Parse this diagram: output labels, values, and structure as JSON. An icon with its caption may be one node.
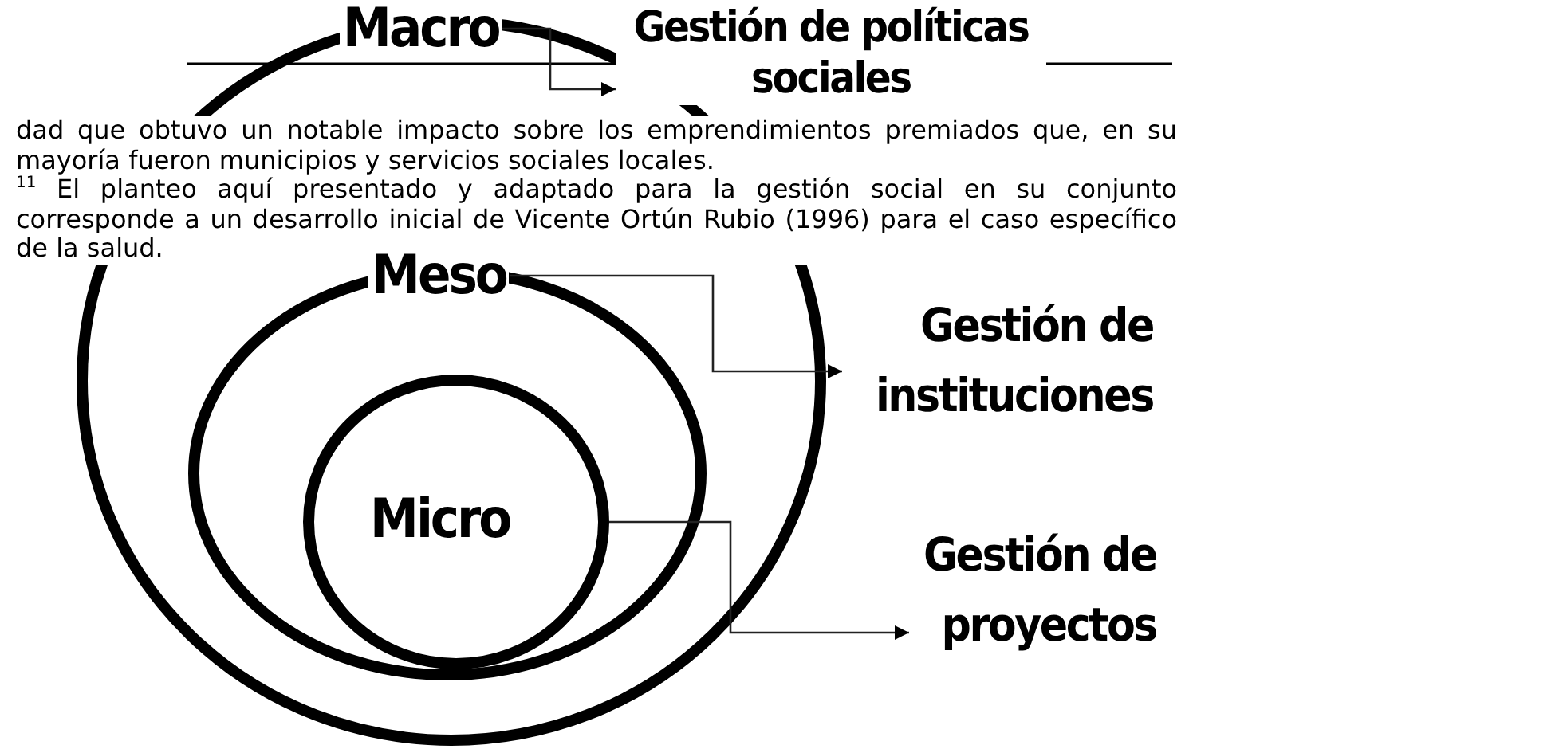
{
  "diagram": {
    "nodes": [
      {
        "text": [
          "Macro"
        ]
      },
      {
        "text": [
          "Meso"
        ],
        "in": 0
      },
      {
        "text": [
          "Micro"
        ],
        "in": 1
      },
      {
        "text": [
          "Gestión de políticas sociales"
        ]
      },
      {
        "text": [
          "Gestión de instituciones"
        ]
      },
      {
        "text": [
          "Gestión de proyectos"
        ]
      }
    ],
    "edges": [
      {
        "from": 0,
        "to": 3,
        "arrow": "to"
      },
      {
        "from": 1,
        "to": 4,
        "arrow": "to"
      },
      {
        "from": 2,
        "to": 5,
        "arrow": "to"
      }
    ],
    "labels": [
      "dad que obtuvo un notable impacto sobre los emprendimientos premiados que, en su mayoría fueron municipios y servicios sociales locales.",
      "$^{11}$ El planteo aquí presentado y adaptado para la gestión social en su conjunto corresponde a un desarrollo inicial de Vicente  Ortún Rubio (1996) para el caso específico de la salud."
    ]
  }
}
